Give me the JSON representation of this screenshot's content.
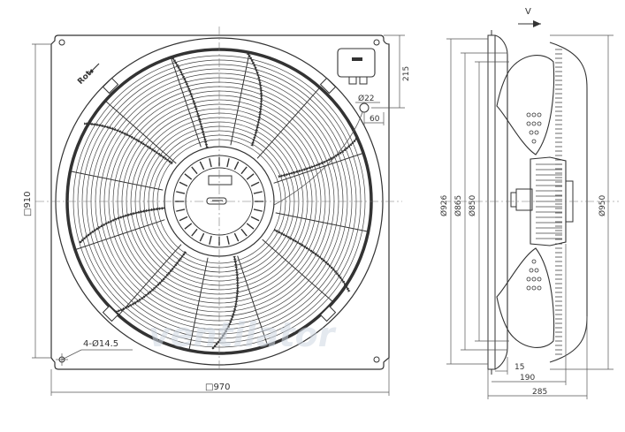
{
  "front_view": {
    "rotation_label": "Rot.",
    "height_label": "□910",
    "width_label": "□970",
    "holes_label": "4-Ø14.5",
    "box_offset_label": "215",
    "cable_gland_label": "Ø22",
    "gland_offset_label": "60"
  },
  "side_view": {
    "airflow_label": "V",
    "dia_926_label": "Ø926",
    "dia_865_label": "Ø865",
    "dia_850_label": "Ø850",
    "dia_950_label": "Ø950",
    "dim_15_label": "15",
    "dim_190_label": "190",
    "dim_285_label": "285"
  },
  "watermark": {
    "text": "ventilator"
  },
  "colors": {
    "line": "#333333",
    "watermark": "#cfd8e3"
  }
}
